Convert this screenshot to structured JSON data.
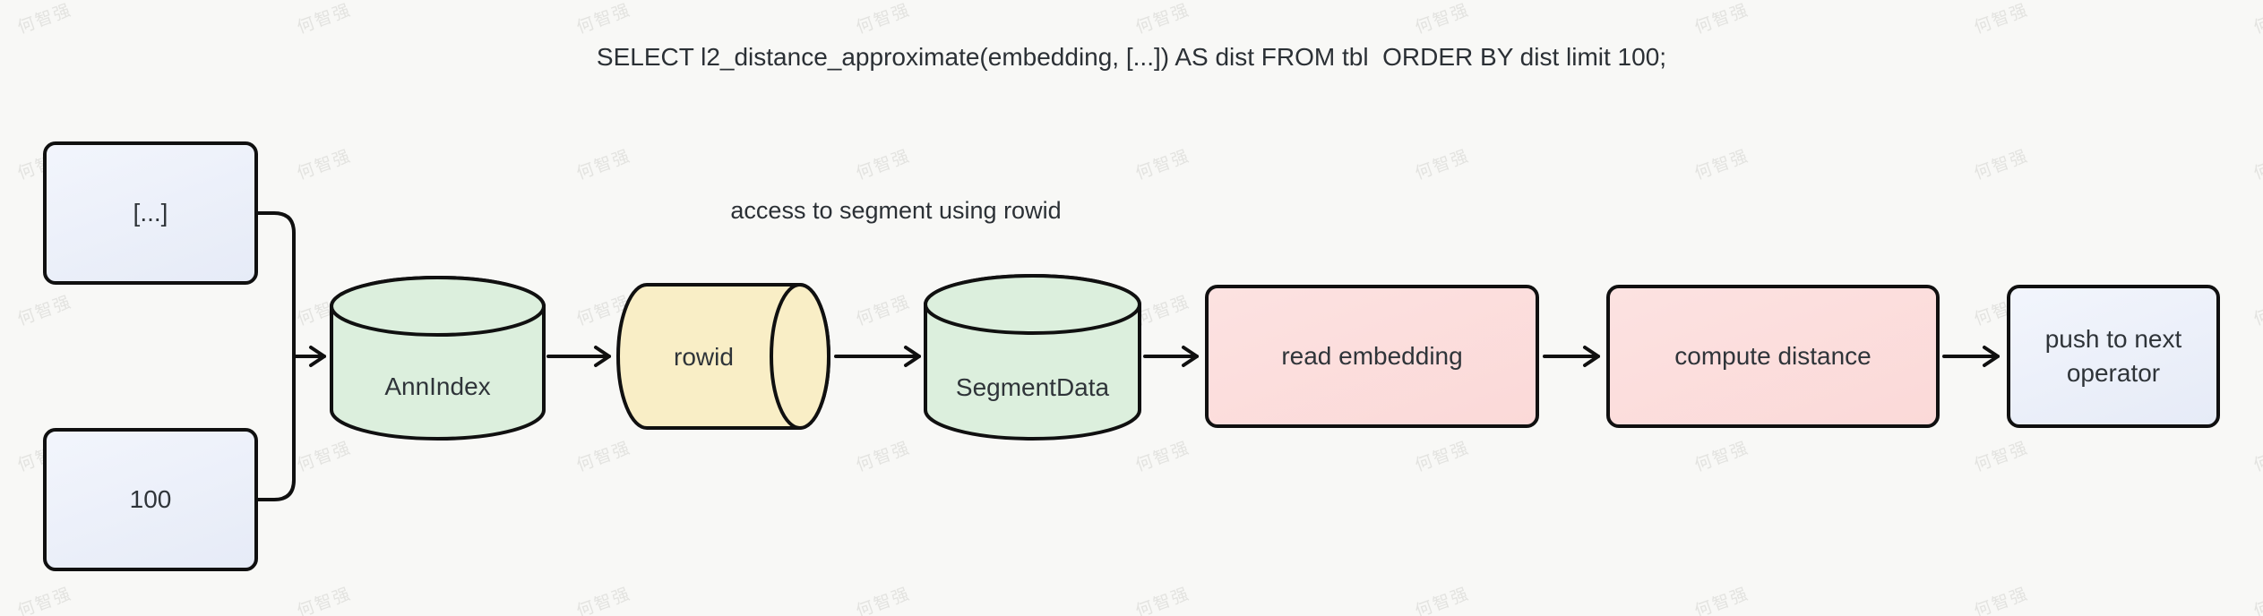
{
  "title": "SELECT l2_distance_approximate(embedding, [...]) AS dist FROM tbl  ORDER BY dist limit 100;",
  "annotation": "access to segment using rowid",
  "watermark": {
    "text": "何智强"
  },
  "colors": {
    "background": "#f8f8f6",
    "stroke": "#101010",
    "lavender_fill": "#edf1fa",
    "green_fill": "#dcefdd",
    "yellow_fill": "#f9eec6",
    "pink_fill": "#fbdcdb",
    "text": "#2f3439",
    "watermark": "#e3e3e0"
  },
  "nodes": {
    "input_vector": {
      "label": "[...]",
      "shape": "box"
    },
    "input_limit": {
      "label": "100",
      "shape": "box"
    },
    "ann_index": {
      "label": "AnnIndex",
      "shape": "database-cylinder"
    },
    "rowid": {
      "label": "rowid",
      "shape": "horizontal-cylinder"
    },
    "segment_data": {
      "label": "SegmentData",
      "shape": "database-cylinder"
    },
    "read_embedding": {
      "label": "read embedding",
      "shape": "box"
    },
    "compute_distance": {
      "label": "compute distance",
      "shape": "box"
    },
    "push_to_next": {
      "label": "push to next operator",
      "shape": "box"
    }
  }
}
